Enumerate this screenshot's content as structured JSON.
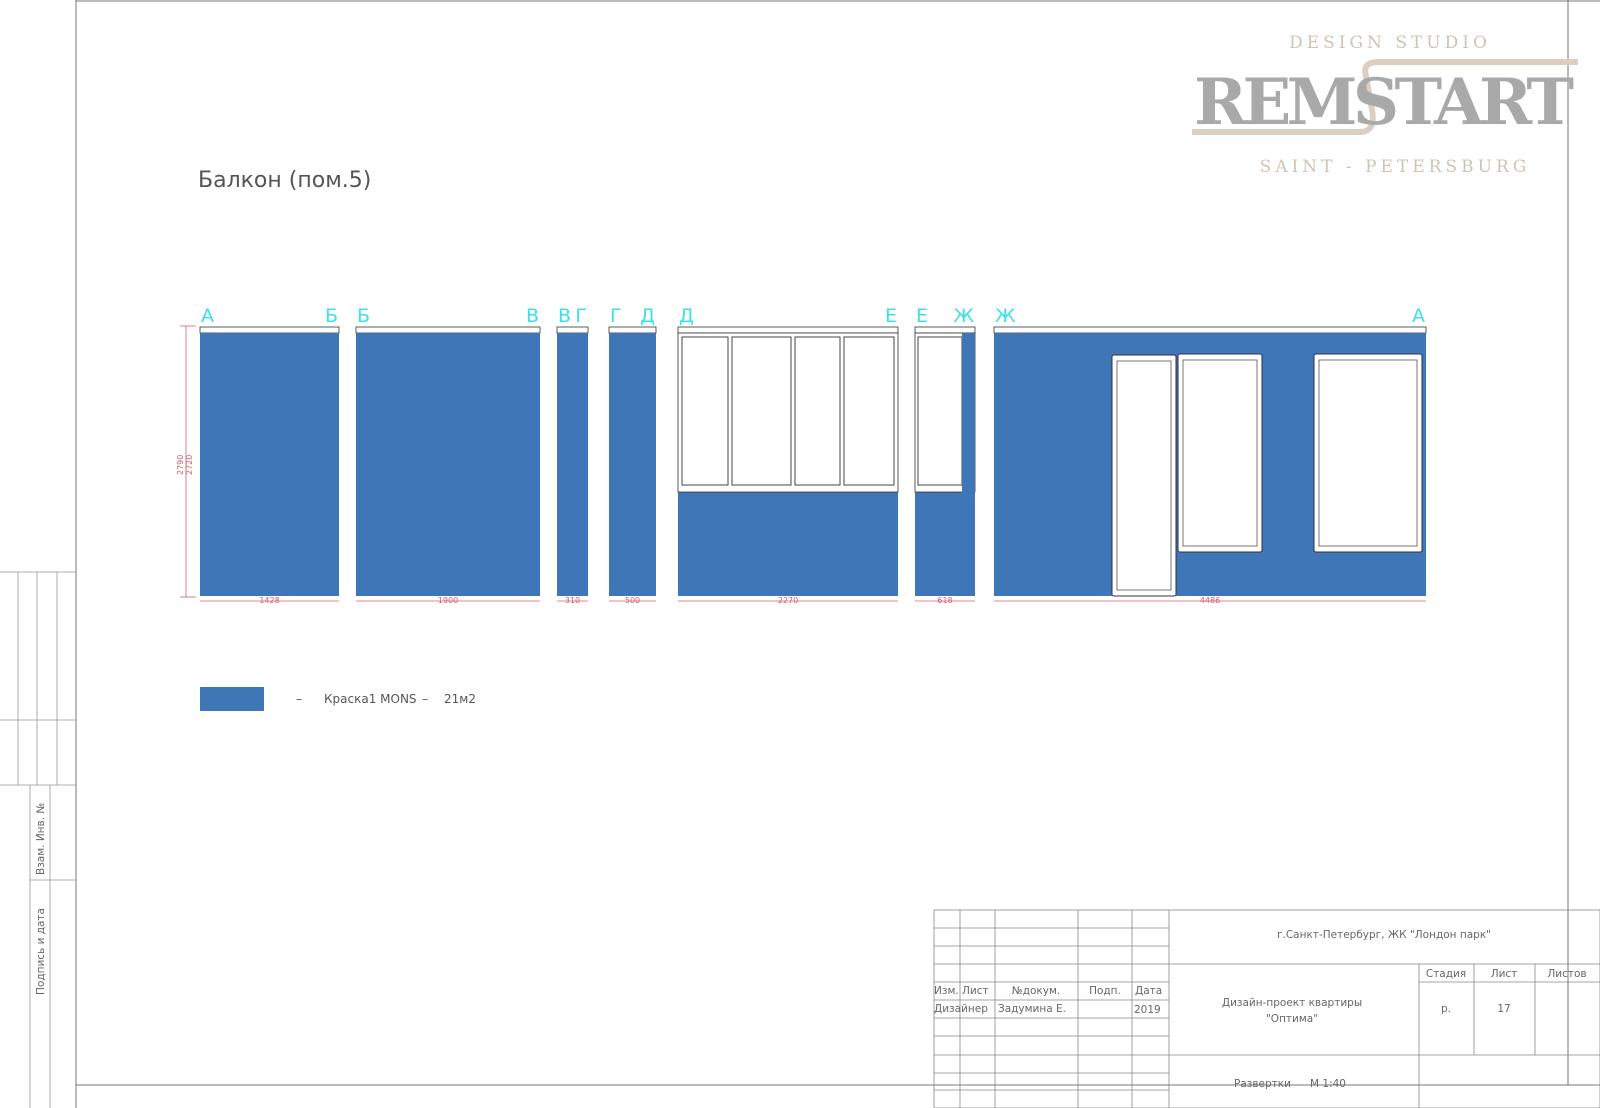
{
  "drawing": {
    "title": "Балкон (пом.5)",
    "height_dims": [
      "2790",
      "2720"
    ],
    "panels": [
      {
        "left_axis": "А",
        "right_axis": "Б",
        "width_mm": "1428"
      },
      {
        "left_axis": "Б",
        "right_axis": "В",
        "width_mm": "1900"
      },
      {
        "left_axis": "В",
        "right_axis": "Г",
        "width_mm": "310"
      },
      {
        "left_axis": "Г",
        "right_axis": "Д",
        "width_mm": "500"
      },
      {
        "left_axis": "Д",
        "right_axis": "Е",
        "width_mm": "2270"
      },
      {
        "left_axis": "Е",
        "right_axis": "Ж",
        "width_mm": "618"
      },
      {
        "left_axis": "Ж",
        "right_axis": "А",
        "width_mm": "4486"
      }
    ],
    "fill_color": "#3f76b8",
    "axis_color": "#3ee0e8",
    "dim_color": "#d06070"
  },
  "legend": {
    "dash1": "–",
    "material": "Краска1 MONS",
    "dash2": "–",
    "area": "21м2"
  },
  "logo": {
    "top": "DESIGN STUDIO",
    "name": "REMSTART",
    "bottom": "SAINT - PETERSBURG"
  },
  "side_stamp": {
    "inv": "Взам. Инв. №",
    "sign": "Подпись и дата"
  },
  "title_block": {
    "address": "г.Санкт-Петербург, ЖК \"Лондон парк\"",
    "headers": [
      "Изм.",
      "Лист",
      "№докум.",
      "Подп.",
      "Дата"
    ],
    "designer_role": "Дизайнер",
    "designer_name": "Задумина Е.",
    "year": "2019",
    "project_line1": "Дизайн-проект квартиры",
    "project_line2": "\"Оптима\"",
    "stage_label": "Стадия",
    "sheet_label": "Лист",
    "sheets_label": "Листов",
    "stage": "р.",
    "sheet": "17",
    "sheet_title": "Развертки",
    "scale": "М 1:40"
  }
}
